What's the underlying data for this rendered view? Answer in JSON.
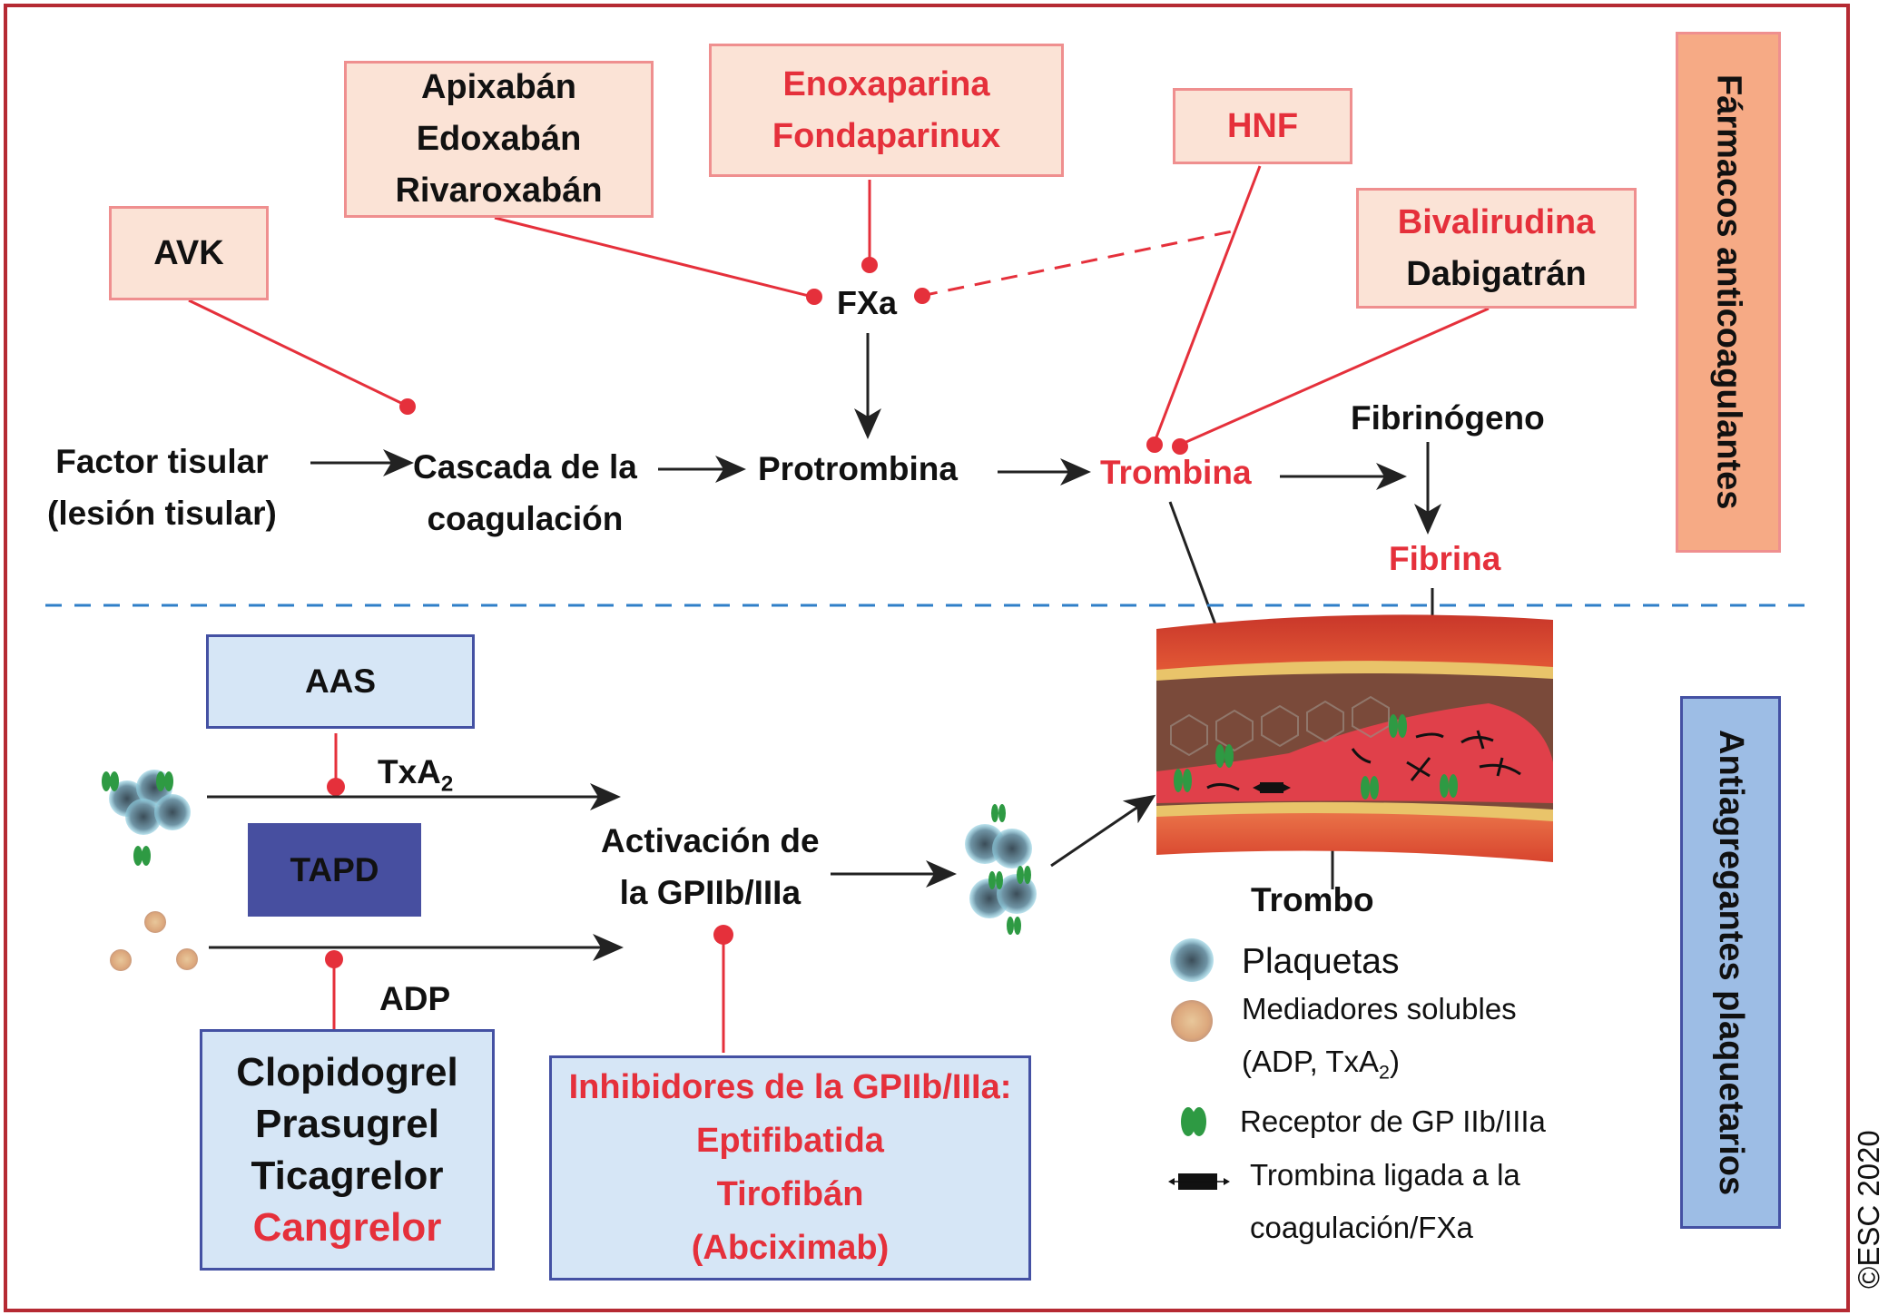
{
  "colors": {
    "frame": "#b52a33",
    "inhibit_red": "#e5303b",
    "anticoag_box_fill": "#fbe3d6",
    "anticoag_box_border": "#ef8f8f",
    "anticoag_side_fill": "#f6aa85",
    "antiplatelet_box_fill": "#d6e6f6",
    "antiplatelet_box_border": "#4451a3",
    "antiplatelet_side_fill": "#9dbde5",
    "tapd_fill": "#474fa0",
    "divider": "#2f7fc8",
    "receptor_green": "#2e9a43"
  },
  "anticoagulants": {
    "section_label": "Fármacos anticoagulantes",
    "avk": "AVK",
    "xa_inhibitors": [
      "Apixabán",
      "Edoxabán",
      "Rivaroxabán"
    ],
    "heparins": [
      "Enoxaparina",
      "Fondaparinux"
    ],
    "hnf": "HNF",
    "direct_thrombin": [
      "Bivalirudina",
      "Dabigatrán"
    ],
    "fxa": "FXa"
  },
  "cascade": {
    "factor_tisular": [
      "Factor tisular",
      "(lesión tisular)"
    ],
    "cascada": [
      "Cascada de la",
      "coagulación"
    ],
    "protrombina": "Protrombina",
    "trombina": "Trombina",
    "fibrinogeno": "Fibrinógeno",
    "fibrina": "Fibrina"
  },
  "antiplatelets": {
    "section_label": "Antiagregantes plaquetarios",
    "aas": "AAS",
    "tapd": "TAPD",
    "txa2_base": "TxA",
    "txa2_sub": "2",
    "adp": "ADP",
    "p2y12": [
      {
        "name": "Clopidogrel",
        "highlight": false
      },
      {
        "name": "Prasugrel",
        "highlight": false
      },
      {
        "name": "Ticagrelor",
        "highlight": false
      },
      {
        "name": "Cangrelor",
        "highlight": true
      }
    ],
    "activation": [
      "Activación de",
      "la GPIIb/IIIa"
    ],
    "gp_inhibitors": [
      "Inhibidores de la GPIIb/IIIa:",
      "Eptifibatida",
      "Tirofibán",
      "(Abciximab)"
    ],
    "trombo": "Trombo"
  },
  "legend": [
    {
      "icon": "platelet-icon",
      "lines": [
        "Plaquetas"
      ]
    },
    {
      "icon": "soluble-mediator-icon",
      "lines": [
        "Mediadores solubles",
        "(ADP, TxA",
        "2",
        ")"
      ]
    },
    {
      "icon": "gp-receptor-icon",
      "lines": [
        "Receptor de GP IIb/IIIa"
      ]
    },
    {
      "icon": "bound-thrombin-icon",
      "lines": [
        "Trombina ligada a la",
        "coagulación/FXa"
      ]
    }
  ],
  "copyright": "©ESC 2020"
}
